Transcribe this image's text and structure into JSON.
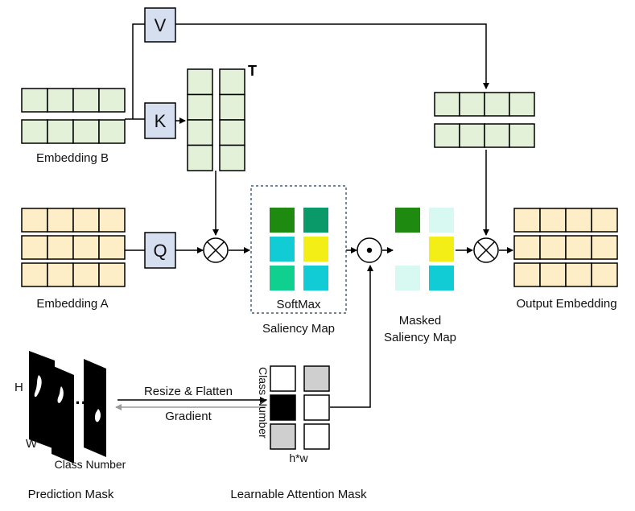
{
  "labels": {
    "v": "V",
    "k": "K",
    "q": "Q",
    "transpose": "T",
    "embedding_b": "Embedding B",
    "embedding_a": "Embedding A",
    "softmax": "SoftMax",
    "saliency_map": "Saliency Map",
    "masked_saliency_map_1": "Masked",
    "masked_saliency_map_2": "Saliency Map",
    "output_embedding": "Output Embedding",
    "resize_flatten": "Resize & Flatten",
    "gradient": "Gradient",
    "class_number_vertical": "Class Number",
    "hw": "h*w",
    "h": "H",
    "w": "W",
    "class_number": "Class Number",
    "prediction_mask": "Prediction Mask",
    "learnable_attention_mask": "Learnable Attention Mask",
    "dots": "···"
  },
  "colors": {
    "embedding_b_fill": "#e3f1d9",
    "embedding_a_fill": "#fdeec8",
    "qkv_fill": "#d6dff0",
    "green": "#1f8a10",
    "teal": "#0a9a6a",
    "cyan": "#11cbd5",
    "yellow": "#f3ee15",
    "mint": "#10d090",
    "pale_cyan": "#d8f8f2",
    "gray": "#cfcfcf",
    "black": "#000000"
  },
  "saliency_cells": [
    "green",
    "teal",
    "cyan",
    "yellow",
    "mint",
    "cyan"
  ],
  "masked_cells": [
    "green",
    "pale_cyan",
    "none",
    "yellow",
    "pale_cyan",
    "cyan"
  ],
  "attention_mask_cells": [
    "white",
    "gray",
    "black",
    "white",
    "gray",
    "white"
  ]
}
